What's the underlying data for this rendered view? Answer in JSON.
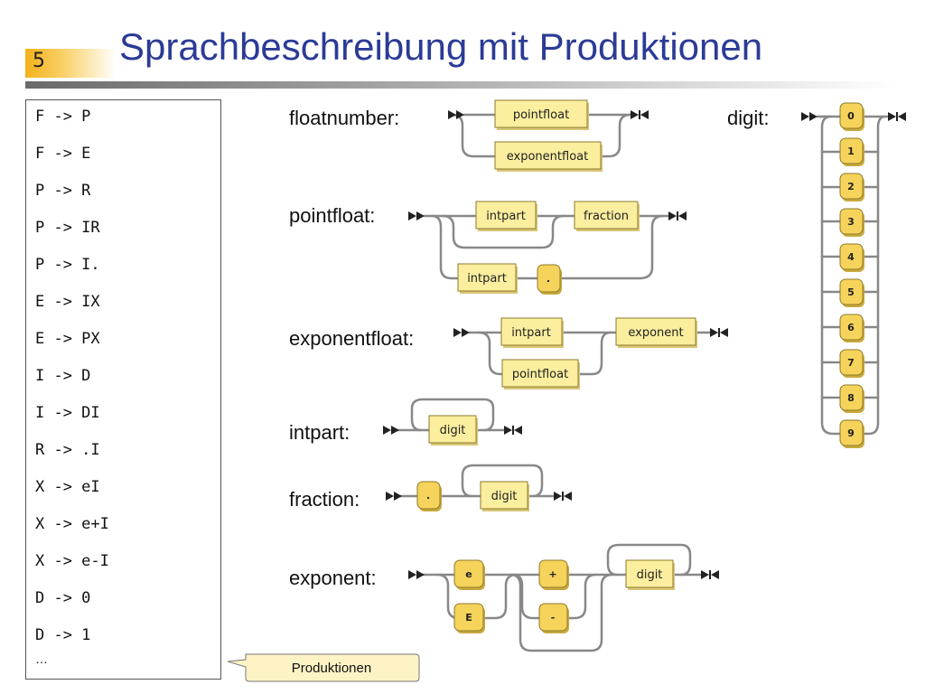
{
  "slide": {
    "number": "5",
    "title": "Sprachbeschreibung mit Produktionen"
  },
  "productions": [
    "F -> P",
    "F -> E",
    "P -> R",
    "P -> IR",
    "P -> I.",
    "E -> IX",
    "E -> PX",
    "I -> D",
    "I -> DI",
    "R -> .I",
    "X -> eI",
    "X -> e+I",
    "X -> e-I",
    "D -> 0",
    "D -> 1"
  ],
  "productions_ellipsis": "…",
  "callout": "Produktionen",
  "rules": {
    "floatnumber": "floatnumber:",
    "pointfloat": "pointfloat:",
    "exponentfloat": "exponentfloat:",
    "intpart": "intpart:",
    "fraction": "fraction:",
    "exponent": "exponent:",
    "digit": "digit:"
  },
  "nodes": {
    "pointfloat": "pointfloat",
    "exponentfloat": "exponentfloat",
    "intpart": "intpart",
    "fraction": "fraction",
    "exponent": "exponent",
    "digit": "digit",
    "dot": ".",
    "e_lower": "e",
    "e_upper": "E",
    "plus": "+",
    "minus": "-"
  },
  "digits": [
    "0",
    "1",
    "2",
    "3",
    "4",
    "5",
    "6",
    "7",
    "8",
    "9"
  ],
  "colors": {
    "title": "#2b3b96",
    "badge": "#f3b21a",
    "nonterminal_fill": "#fbee9e",
    "terminal_fill": "#f6d35a",
    "box_stroke": "#8c7a2e",
    "track": "#888888"
  }
}
